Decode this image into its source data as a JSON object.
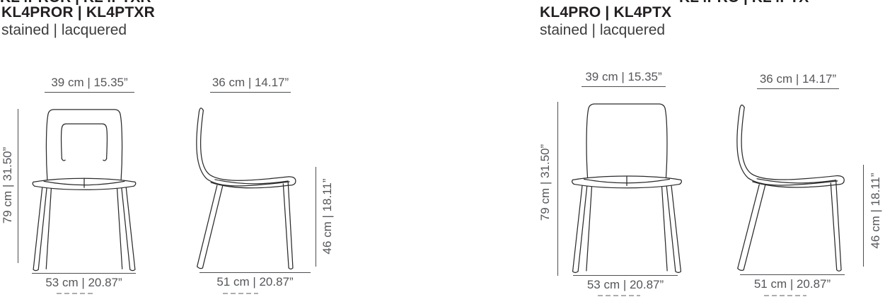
{
  "colors": {
    "ink": "#231f20",
    "subtitle_text": "#3d3d3f",
    "dimension_text": "#55565a",
    "dimension_line": "#4c4d4f",
    "background": "#ffffff"
  },
  "products": [
    {
      "title": "KL4PROR | KL4PTXR",
      "subtitle": "stained | lacquered",
      "front": {
        "width": "39 cm | 15.35”",
        "height": "79 cm | 31.50”",
        "base": "53 cm | 20.87”"
      },
      "side": {
        "depth": "36 cm | 14.17”",
        "seat_height": "46 cm | 18.11”",
        "base": "51 cm | 20.87”"
      }
    },
    {
      "title": "KL4PRO | KL4PTX",
      "subtitle": "stained | lacquered",
      "front": {
        "width": "39 cm | 15.35”",
        "height": "79 cm | 31.50”",
        "base": "53 cm | 20.87”"
      },
      "side": {
        "depth": "36 cm | 14.17”",
        "seat_height": "46 cm | 18.11”",
        "base": "51 cm | 20.87”"
      }
    }
  ]
}
